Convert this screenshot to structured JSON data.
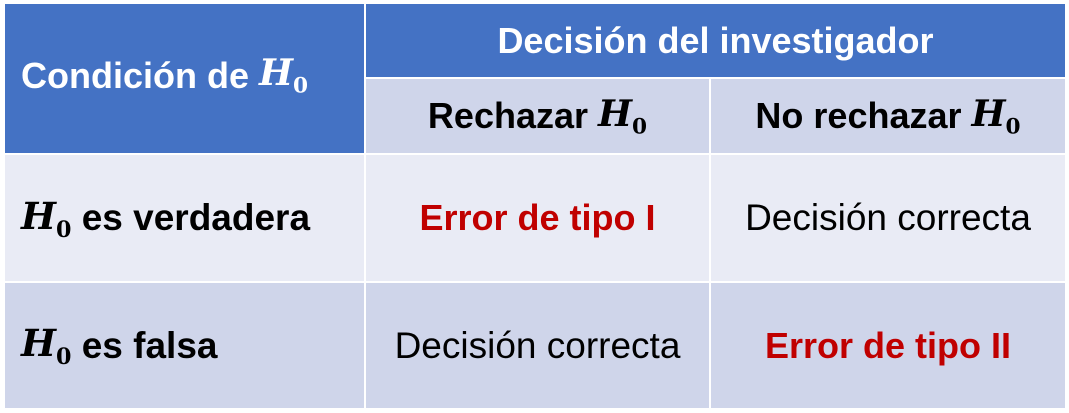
{
  "table": {
    "corner_label": "Condición de",
    "hypothesis_symbol": "H",
    "hypothesis_sub": "0",
    "decision_header": "Decisión del investigador",
    "col_reject": "Rechazar",
    "col_not_reject": "No rechazar",
    "row_true": "es verdadera",
    "row_false": "es falsa",
    "cell_true_reject": "Error de tipo I",
    "cell_true_not_reject": "Decisión correcta",
    "cell_false_reject": "Decisión correcta",
    "cell_false_not_reject": "Error de tipo II"
  },
  "colors": {
    "header_bg": "#4472c4",
    "subheader_bg": "#cfd5ea",
    "row_light": "#e9ebf5",
    "row_dark": "#cfd5ea",
    "error_text": "#c00000"
  }
}
